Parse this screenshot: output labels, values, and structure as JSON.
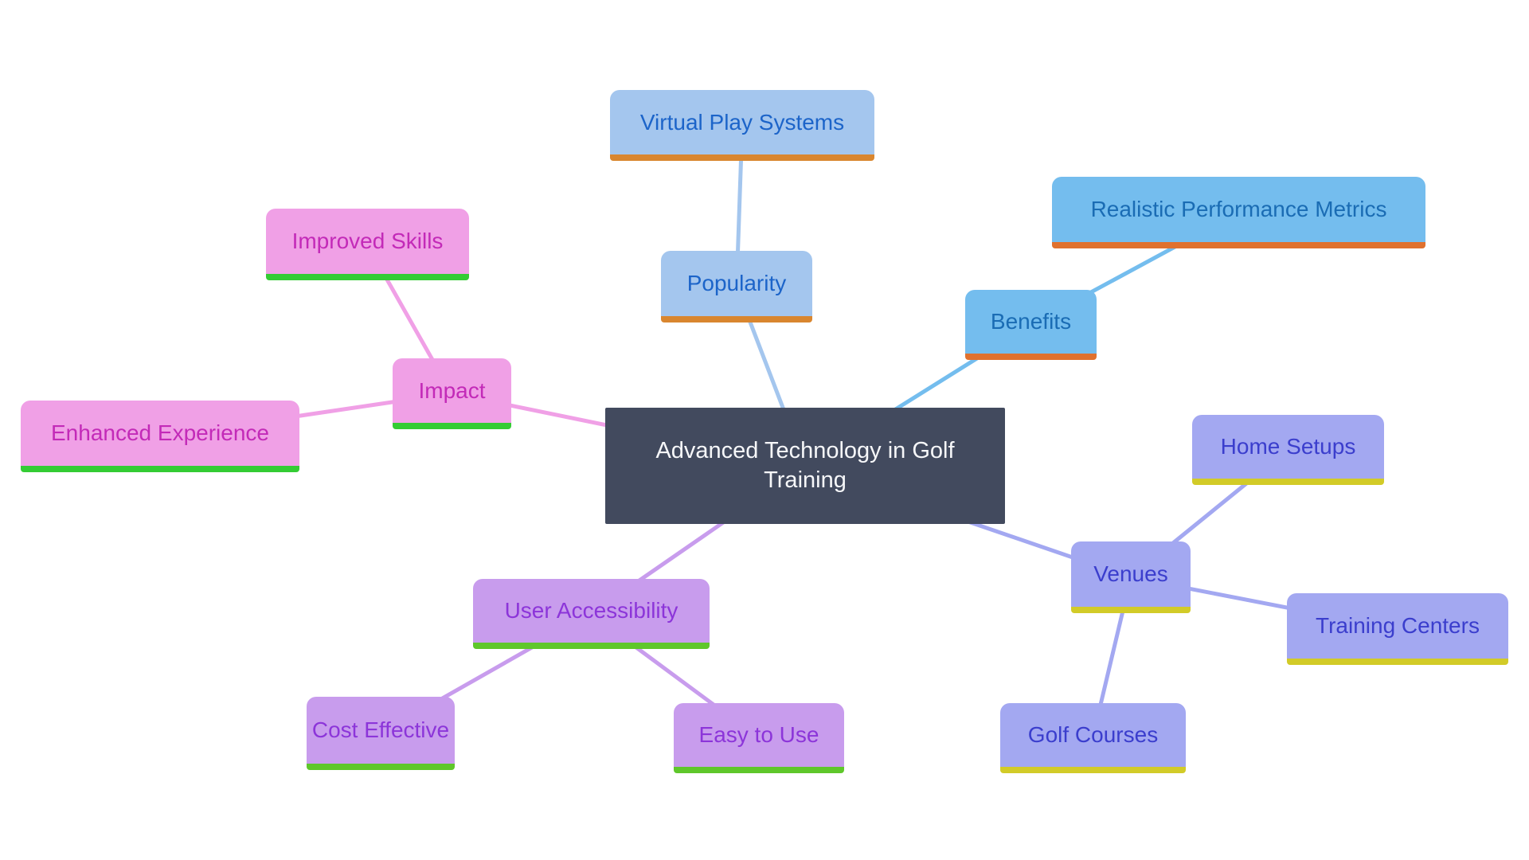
{
  "diagram": {
    "type": "mindmap",
    "background_color": "#ffffff",
    "nodes": {
      "central": {
        "label": "Advanced Technology in Golf Training",
        "bg": "#424a5e",
        "text_color": "#ffffff"
      },
      "popularity": {
        "label": "Popularity",
        "bg": "#a4c6ee",
        "text_color": "#1c64c9",
        "underline_color": "#d9862f"
      },
      "virtual_play_systems": {
        "label": "Virtual Play Systems",
        "bg": "#a4c6ee",
        "text_color": "#1c64c9",
        "underline_color": "#d9862f"
      },
      "benefits": {
        "label": "Benefits",
        "bg": "#74bdee",
        "text_color": "#1a6cb4",
        "underline_color": "#e0712e"
      },
      "realistic_performance_metrics": {
        "label": "Realistic Performance Metrics",
        "bg": "#74bdee",
        "text_color": "#1a6cb4",
        "underline_color": "#e0712e"
      },
      "impact": {
        "label": "Impact",
        "bg": "#f0a0e6",
        "text_color": "#c32ab8",
        "underline_color": "#34cc34"
      },
      "improved_skills": {
        "label": "Improved Skills",
        "bg": "#f0a0e6",
        "text_color": "#c32ab8",
        "underline_color": "#34cc34"
      },
      "enhanced_experience": {
        "label": "Enhanced Experience",
        "bg": "#f0a0e6",
        "text_color": "#c32ab8",
        "underline_color": "#34cc34"
      },
      "user_accessibility": {
        "label": "User Accessibility",
        "bg": "#c89ced",
        "text_color": "#8c35d9",
        "underline_color": "#5fc72b"
      },
      "cost_effective": {
        "label": "Cost Effective",
        "bg": "#c89ced",
        "text_color": "#8c35d9",
        "underline_color": "#5fc72b"
      },
      "easy_to_use": {
        "label": "Easy to Use",
        "bg": "#c89ced",
        "text_color": "#8c35d9",
        "underline_color": "#5fc72b"
      },
      "venues": {
        "label": "Venues",
        "bg": "#a3a8f1",
        "text_color": "#3b3ecd",
        "underline_color": "#d2cb28"
      },
      "home_setups": {
        "label": "Home Setups",
        "bg": "#a3a8f1",
        "text_color": "#3b3ecd",
        "underline_color": "#d2cb28"
      },
      "training_centers": {
        "label": "Training Centers",
        "bg": "#a3a8f1",
        "text_color": "#3b3ecd",
        "underline_color": "#d2cb28"
      },
      "golf_courses": {
        "label": "Golf Courses",
        "bg": "#a3a8f1",
        "text_color": "#3b3ecd",
        "underline_color": "#d2cb28"
      }
    },
    "edges": [
      {
        "from": "central",
        "to": "popularity",
        "color": "#a4c6ee"
      },
      {
        "from": "popularity",
        "to": "virtual_play_systems",
        "color": "#a4c6ee"
      },
      {
        "from": "central",
        "to": "benefits",
        "color": "#74bdee"
      },
      {
        "from": "benefits",
        "to": "realistic_performance_metrics",
        "color": "#74bdee"
      },
      {
        "from": "central",
        "to": "impact",
        "color": "#f0a0e6"
      },
      {
        "from": "impact",
        "to": "improved_skills",
        "color": "#f0a0e6"
      },
      {
        "from": "impact",
        "to": "enhanced_experience",
        "color": "#f0a0e6"
      },
      {
        "from": "central",
        "to": "user_accessibility",
        "color": "#c89ced"
      },
      {
        "from": "user_accessibility",
        "to": "cost_effective",
        "color": "#c89ced"
      },
      {
        "from": "user_accessibility",
        "to": "easy_to_use",
        "color": "#c89ced"
      },
      {
        "from": "central",
        "to": "venues",
        "color": "#a3a8f1"
      },
      {
        "from": "venues",
        "to": "home_setups",
        "color": "#a3a8f1"
      },
      {
        "from": "venues",
        "to": "training_centers",
        "color": "#a3a8f1"
      },
      {
        "from": "venues",
        "to": "golf_courses",
        "color": "#a3a8f1"
      }
    ]
  }
}
